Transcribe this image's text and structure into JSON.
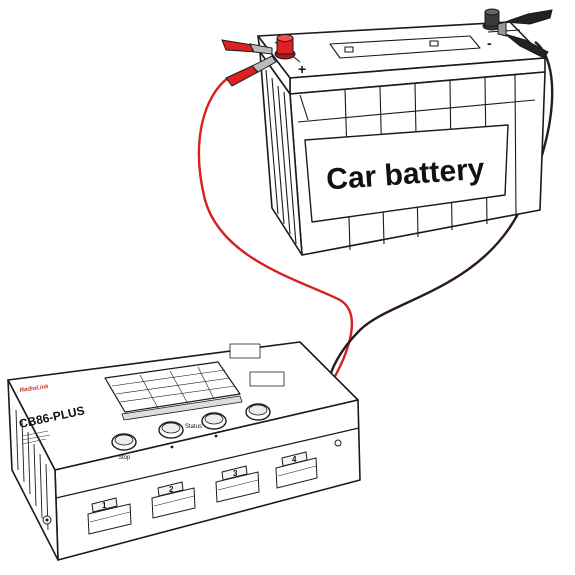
{
  "battery": {
    "label": "Car battery",
    "positive_sign": "+",
    "negative_sign": "-"
  },
  "charger": {
    "brand": "RadioLink",
    "model": "CB86-PLUS",
    "buttons": [
      {
        "label": "Stop"
      },
      {
        "label": "Status"
      },
      {
        "label": ""
      },
      {
        "label": ""
      }
    ],
    "ports": [
      {
        "label": "1"
      },
      {
        "label": "2"
      },
      {
        "label": "3"
      },
      {
        "label": "4"
      }
    ]
  },
  "cables": {
    "positive_color": "#d62020",
    "negative_color": "#2a1a1a"
  },
  "colors": {
    "clip_red": "#e02020",
    "clip_black": "#222222",
    "line": "#1a1a1a"
  }
}
